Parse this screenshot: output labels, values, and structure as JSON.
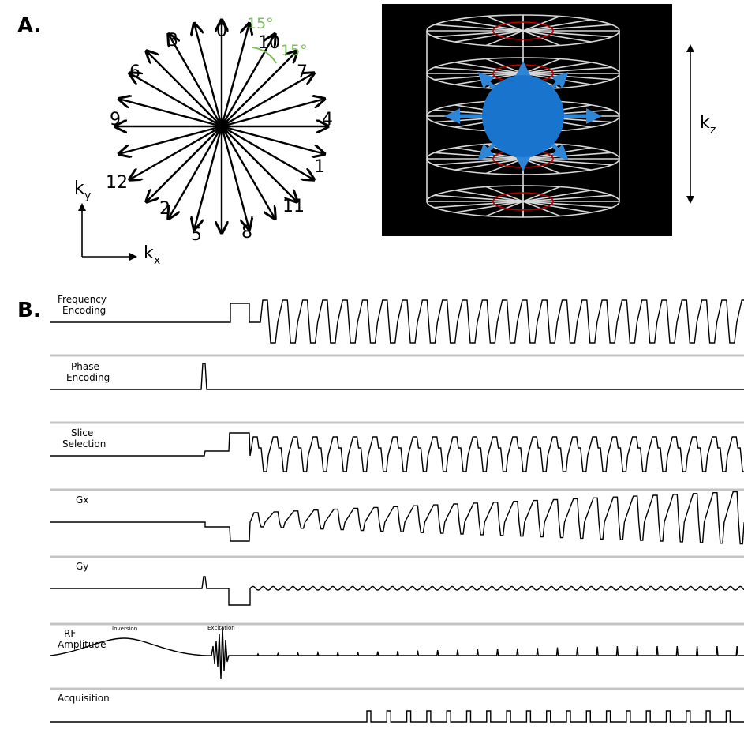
{
  "panel_a": {
    "label": "A.",
    "spoke_numbers": [
      "0",
      "10",
      "7",
      "4",
      "1",
      "11",
      "8",
      "5",
      "2",
      "12",
      "9",
      "6",
      "3"
    ],
    "angle_labels": [
      "15°",
      "15°"
    ],
    "axis_x": "k",
    "axis_x_sub": "x",
    "axis_y": "k",
    "axis_y_sub": "y",
    "axis_z": "k",
    "axis_z_sub": "z",
    "colors": {
      "sphere": "#1874cd",
      "rings": "#c00000",
      "cage": "#d8d8d8",
      "angle": "#7bbf5a"
    }
  },
  "panel_b": {
    "label": "B.",
    "tracks": [
      {
        "line1": "Frequency",
        "line2": "Encoding"
      },
      {
        "line1": "Phase",
        "line2": "Encoding"
      },
      {
        "line1": "Slice",
        "line2": "Selection"
      },
      {
        "line1": "Gx",
        "line2": ""
      },
      {
        "line1": "Gy",
        "line2": ""
      },
      {
        "line1": "RF",
        "line2": "Amplitude"
      },
      {
        "line1": "Acquisition",
        "line2": ""
      }
    ],
    "rf_annotations": {
      "inversion": "Inversion",
      "excitation": "Excitation"
    }
  }
}
